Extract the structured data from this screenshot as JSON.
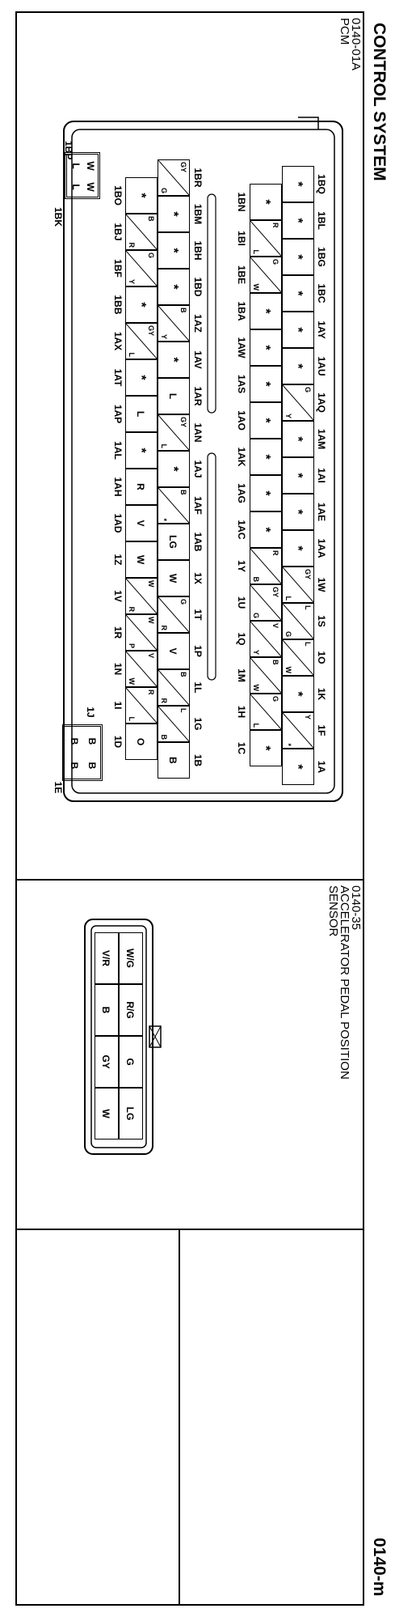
{
  "header": {
    "title": "CONTROL SYSTEM",
    "page_code": "0140-m"
  },
  "pcm": {
    "code": "0140-01A",
    "name": "PCM",
    "top_row_labels": [
      "1BQ",
      "1BL",
      "1BG",
      "1BC",
      "1AY",
      "1AU",
      "1AQ",
      "1AM",
      "1AI",
      "1AE",
      "1AA",
      "1W",
      "1S",
      "1O",
      "1K",
      "1F",
      "1A"
    ],
    "top_row_cells": [
      "*",
      "*",
      "*",
      "*",
      "*",
      "*",
      "G/Y",
      "*",
      "*",
      "*",
      "*",
      "GY/L",
      "L/G",
      "L/W",
      "*",
      "Y/*",
      "*"
    ],
    "row2_labels": [
      "1BN",
      "1BI",
      "1BE",
      "1BA",
      "1AW",
      "1AS",
      "1AO",
      "1AK",
      "1AG",
      "1AC",
      "1Y",
      "1U",
      "1Q",
      "1M",
      "1H",
      "1C"
    ],
    "row2_cells": [
      "*",
      "R/L",
      "G/W",
      "*",
      "*",
      "*",
      "*",
      "*",
      "*",
      "*",
      "R/B",
      "GY/G",
      "V/Y",
      "B/W",
      "G/L",
      "*"
    ],
    "row3_labels": [
      "1BR",
      "1BM",
      "1BH",
      "1BD",
      "1AZ",
      "1AV",
      "1AR",
      "1AN",
      "1AJ",
      "1AF",
      "1AB",
      "1X",
      "1T",
      "1P",
      "1L",
      "1G",
      "1B"
    ],
    "row3_cells": [
      "GY/G",
      "*",
      "*",
      "*",
      "B/Y",
      "*",
      "L",
      "GY/L",
      "*",
      "B/*",
      "LG",
      "W",
      "G/R",
      "V",
      "B/R",
      "L/B",
      "B"
    ],
    "row4_labels": [
      "1BO",
      "1BJ",
      "1BF",
      "1BB",
      "1AX",
      "1AT",
      "1AP",
      "1AL",
      "1AH",
      "1AD",
      "1Z",
      "1V",
      "1R",
      "1N",
      "1I",
      "1D"
    ],
    "row4_cells": [
      "*",
      "B/R",
      "G/Y",
      "*",
      "GY/L",
      "*",
      "L",
      "*",
      "R",
      "V",
      "W",
      "W/R",
      "W/P",
      "V/W",
      "R/L",
      "O"
    ],
    "small_left": {
      "label_top": "1BP",
      "label_bottom": "1BK",
      "cells": [
        "W",
        "L",
        "W",
        "L"
      ]
    },
    "small_right": {
      "label_top": "1J",
      "label_bottom": "1E",
      "cells": [
        "B",
        "B",
        "B",
        "B"
      ]
    }
  },
  "app_sensor": {
    "code": "0140-35",
    "name_line1": "ACCELERATOR PEDAL POSITION",
    "name_line2": "SENSOR",
    "cells": [
      "W/G",
      "R/G",
      "G",
      "LG",
      "V/R",
      "B",
      "GY",
      "W"
    ]
  }
}
